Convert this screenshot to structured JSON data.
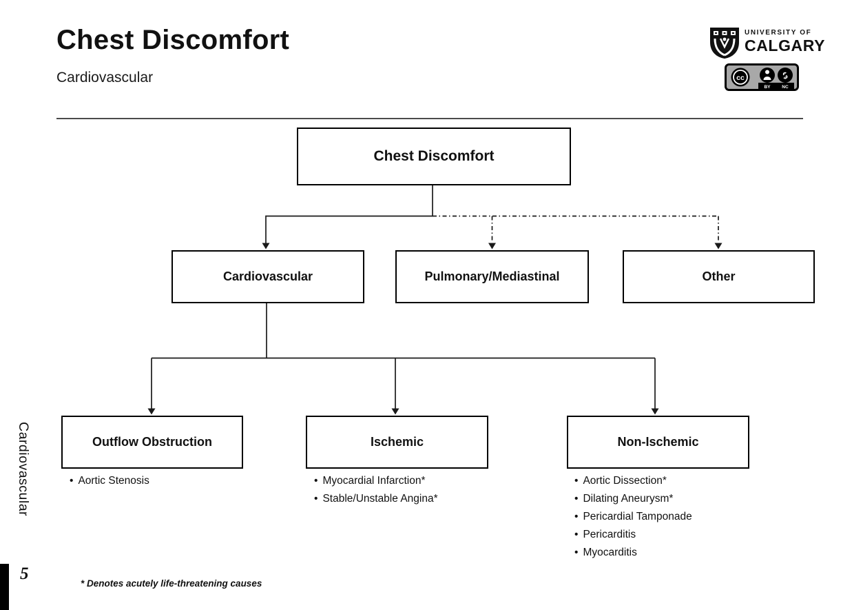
{
  "header": {
    "title": "Chest Discomfort",
    "subtitle": "Cardiovascular",
    "university": {
      "line1": "UNIVERSITY OF",
      "line2": "CALGARY"
    },
    "license": {
      "cc_label": "cc",
      "by_label": "BY",
      "nc_label": "NC"
    }
  },
  "icons": {
    "crest": "uofc-crest-icon",
    "cc": "cc-icon",
    "by": "cc-by-person-icon",
    "nc": "cc-nc-dollar-icon"
  },
  "diagram": {
    "root": {
      "label": "Chest Discomfort"
    },
    "branches": [
      {
        "label": "Cardiovascular",
        "connector": "solid"
      },
      {
        "label": "Pulmonary/Mediastinal",
        "connector": "dash-dot"
      },
      {
        "label": "Other",
        "connector": "dash-dot"
      }
    ],
    "cardiovascular_children": [
      {
        "label": "Outflow Obstruction",
        "items": [
          "Aortic Stenosis"
        ]
      },
      {
        "label": "Ischemic",
        "items": [
          "Myocardial Infarction*",
          "Stable/Unstable Angina*"
        ]
      },
      {
        "label": "Non-Ischemic",
        "items": [
          "Aortic Dissection*",
          "Dilating Aneurysm*",
          "Pericardial Tamponade",
          "Pericarditis",
          "Myocarditis"
        ]
      }
    ]
  },
  "sidebar": {
    "section_label": "Cardiovascular"
  },
  "footer": {
    "page_number": "5",
    "footnote": "* Denotes acutely life-threatening causes"
  },
  "colors": {
    "ink": "#111111",
    "box_border": "#000000",
    "line": "#1a1a1a",
    "divider": "#4a4a4a",
    "badge_bg": "#a8a8a8"
  }
}
